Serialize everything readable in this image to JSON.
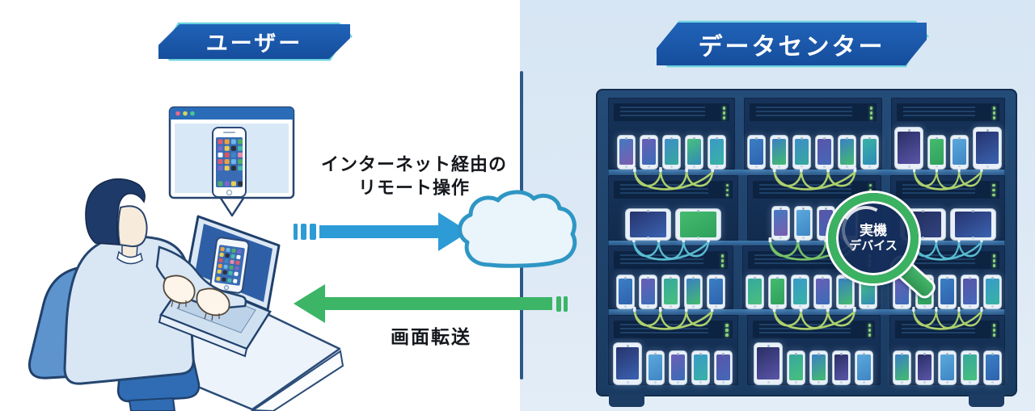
{
  "zones": {
    "left_bg": "#ffffff",
    "right_bg": "#d9e7f4",
    "divider_color": "#2b5a88"
  },
  "badges": {
    "user": {
      "label": "ユーザー"
    },
    "datacenter": {
      "label": "データセンター"
    },
    "fill_top": "#2063b8",
    "fill_bottom": "#164d9c",
    "accent": "#6ad2de",
    "text_color": "#ffffff"
  },
  "labels": {
    "internet_line1": "インターネット経由の",
    "internet_line2": "リモート操作",
    "screen_transfer": "画面転送"
  },
  "arrows": {
    "to_datacenter_color": "#2d9bd6",
    "to_user_color": "#3cb567"
  },
  "cloud": {
    "stroke": "#2e96c4",
    "fill": "#eaf4fb"
  },
  "magnifier": {
    "line1": "実機",
    "line2": "デバイス",
    "ring_color": "#3bb162",
    "lens_color": "#16335f",
    "text_color": "#ffffff"
  },
  "user_scene": {
    "browser_titlebar_color": "#2a6cb8",
    "browser_dot_colors": [
      "#e86a8a",
      "#cdd85a",
      "#4ec29a"
    ],
    "app_icon_colors": [
      "#e05c6e",
      "#eda13f",
      "#6cb8e8",
      "#52ad68",
      "#7a68c8",
      "#e8cc55",
      "#2c3038",
      "#48b8a8",
      "#f5f8fa",
      "#d85560",
      "#3f86c4",
      "#e88aa8"
    ]
  },
  "rack": {
    "frame_top": "#244c78",
    "frame_bottom": "#1a3b61",
    "bay_bg": "#152f54",
    "slat_bg": "#0d2342",
    "vent_color": "#1e4168",
    "shelf_top": "#3e79ad",
    "shelf_bottom": "#2a5787",
    "led_color": "#8bd47a",
    "bezel": "#e9f0f7",
    "cable_colors": {
      "yg": "#b5d96e",
      "cy": "#5ec4d8",
      "gr": "#7cc96a"
    },
    "gradients": {
      "bp": [
        "#4579c2",
        "#7a5cae"
      ],
      "bb": [
        "#3a7fc4",
        "#2f62ae"
      ],
      "tb": [
        "#3f8ec8",
        "#35a89e"
      ],
      "gt": [
        "#49c07d",
        "#2f8ab8"
      ],
      "bt": [
        "#3a9ac8",
        "#38b2a4"
      ],
      "nb": [
        "#27336e",
        "#3a63b0"
      ],
      "gg": [
        "#44bb6e",
        "#2fa05c"
      ],
      "pp": [
        "#5a55a8",
        "#4468b8"
      ],
      "pb": [
        "#6a5fb5",
        "#3a6cb8"
      ],
      "lb": [
        "#5aa8dc",
        "#3f86c4"
      ],
      "tg": [
        "#35a89e",
        "#49c07d"
      ],
      "bg": [
        "#3a7fc4",
        "#44bb6e"
      ],
      "np": [
        "#2a2f66",
        "#5a55a8"
      ],
      "tt": [
        "#38b2a4",
        "#2f8ab8"
      ],
      "nn": [
        "#232d5e",
        "#31437e"
      ]
    },
    "sections": [
      {
        "cables": [
          null,
          null,
          null
        ],
        "bays": [
          [
            "p:bp",
            "p:pb",
            "p:tb",
            "p:gt",
            "p:bt"
          ],
          [
            "p:bb",
            "p:bg",
            "p:tb",
            "p:pp",
            "p:bg",
            "p:tt"
          ],
          [
            "t:np",
            "p:gg",
            "p:lb",
            "t:nb"
          ]
        ]
      },
      {
        "cables": [
          "yg",
          "yg",
          "yg"
        ],
        "bays": [
          [
            "T:nb",
            "T:gg"
          ],
          [
            "p:bp",
            "p:lb",
            "p:pp",
            "p:bb"
          ],
          [
            "T:nn",
            "T:nb"
          ]
        ]
      },
      {
        "cables": [
          "cy",
          "gr",
          "cy"
        ],
        "bays": [
          [
            "p:bb",
            "p:pb",
            "p:tg",
            "p:bg",
            "p:bb"
          ],
          [
            "p:tg",
            "p:gg",
            "p:bt",
            "p:pb",
            "p:bg",
            "p:gt"
          ],
          [
            "p:pb",
            "p:gg",
            "p:bb",
            "p:pp",
            "p:bt"
          ]
        ]
      },
      {
        "cables": [
          "yg",
          "yg",
          "yg"
        ],
        "bays": [
          [
            "t:nb",
            "p:lb",
            "p:pb",
            "p:bt",
            "p:pp"
          ],
          [
            "t:np",
            "p:tg",
            "p:bg",
            "p:np",
            "p:lb"
          ],
          [
            "p:bg",
            "p:np",
            "p:lb",
            "p:tg",
            "p:bb"
          ]
        ]
      }
    ]
  }
}
